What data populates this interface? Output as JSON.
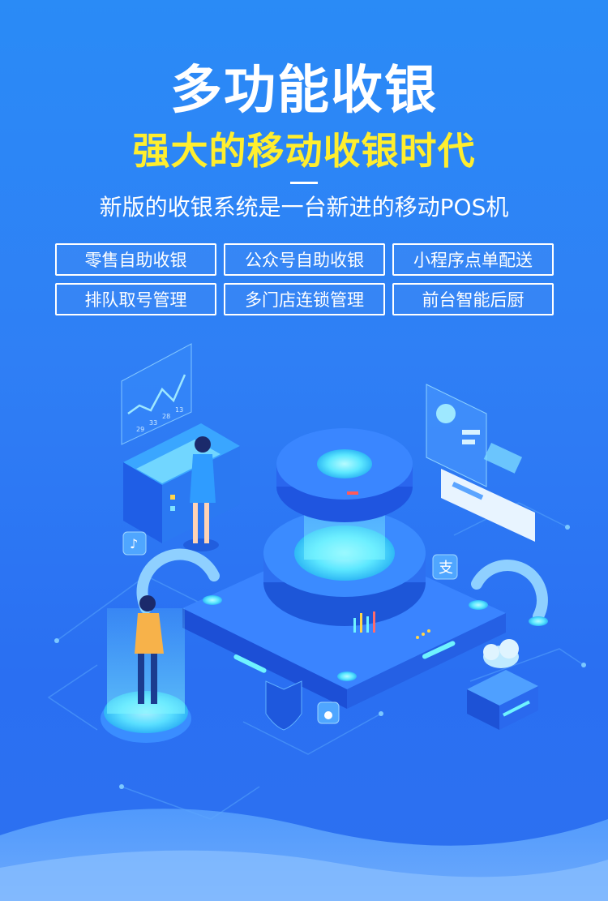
{
  "hero": {
    "title": "多功能收银",
    "subtitle": "强大的移动收银时代",
    "tagline": "新版的收银系统是一台新进的移动POS机"
  },
  "features": [
    "零售自助收银",
    "公众号自助收银",
    "小程序点单配送",
    "排队取号管理",
    "多门店连锁管理",
    "前台智能后厨"
  ],
  "illustration": {
    "chart_ticks": [
      "29",
      "33",
      "28",
      "13"
    ],
    "icons": [
      "tiktok-icon",
      "alipay-icon",
      "cloud-icon",
      "shield-icon",
      "paw-icon",
      "pie-chart-icon"
    ],
    "colors": {
      "accent_yellow": "#ffee2e",
      "glow_cyan": "#6ff3ff",
      "platform_blue": "#1f55e0"
    }
  }
}
